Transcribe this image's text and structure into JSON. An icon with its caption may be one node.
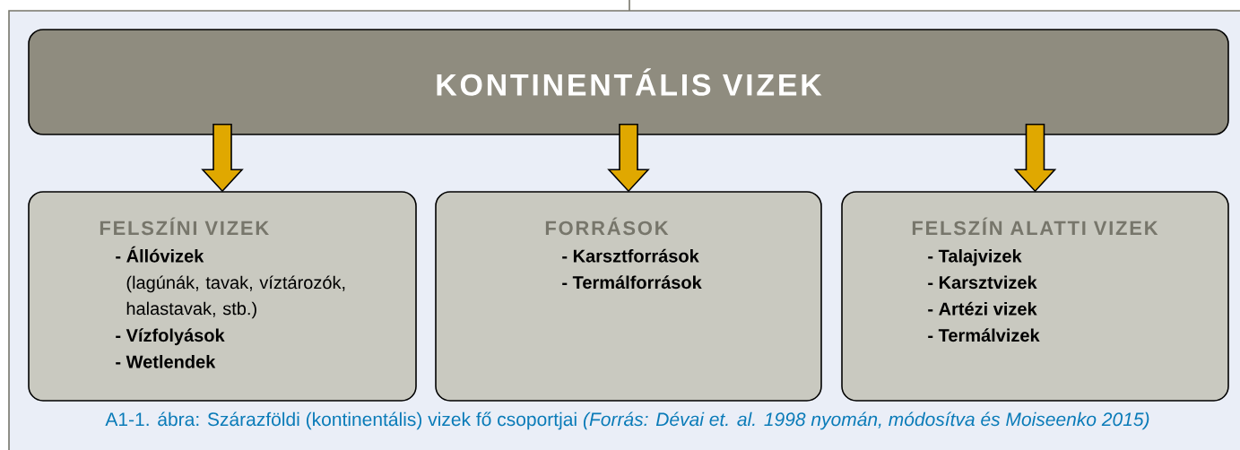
{
  "diagram": {
    "caption": "A1-1. ábra: Szárazföldi (kontinentális) vizek fő csoportjai *(Forrás: Dévai et. al. 1998 nyomán, módosítva és Moiseenko 2015)*",
    "nodes": [
      {
        "text": [
          "KONTINENTÁLIS VIZEK"
        ]
      },
      {
        "text": [
          "FELSZÍNI VIZEK",
          "- Állóvizek",
          "(lagúnák, tavak, víztározók, halastavak, stb.)",
          "- Vízfolyások",
          "- Wetlendek"
        ]
      },
      {
        "text": [
          "FORRÁSOK",
          "- Karsztforrások",
          "- Termálforrások"
        ]
      },
      {
        "text": [
          "FELSZÍN ALATTI VIZEK",
          "- Talajvizek",
          "- Karsztvizek",
          "- Artézi vizek",
          "- Termálvizek"
        ]
      }
    ],
    "edges": [
      {
        "from": 0,
        "to": 1,
        "arrow": "to"
      },
      {
        "from": 0,
        "to": 2,
        "arrow": "to"
      },
      {
        "from": 0,
        "to": 3,
        "arrow": "to"
      }
    ]
  }
}
